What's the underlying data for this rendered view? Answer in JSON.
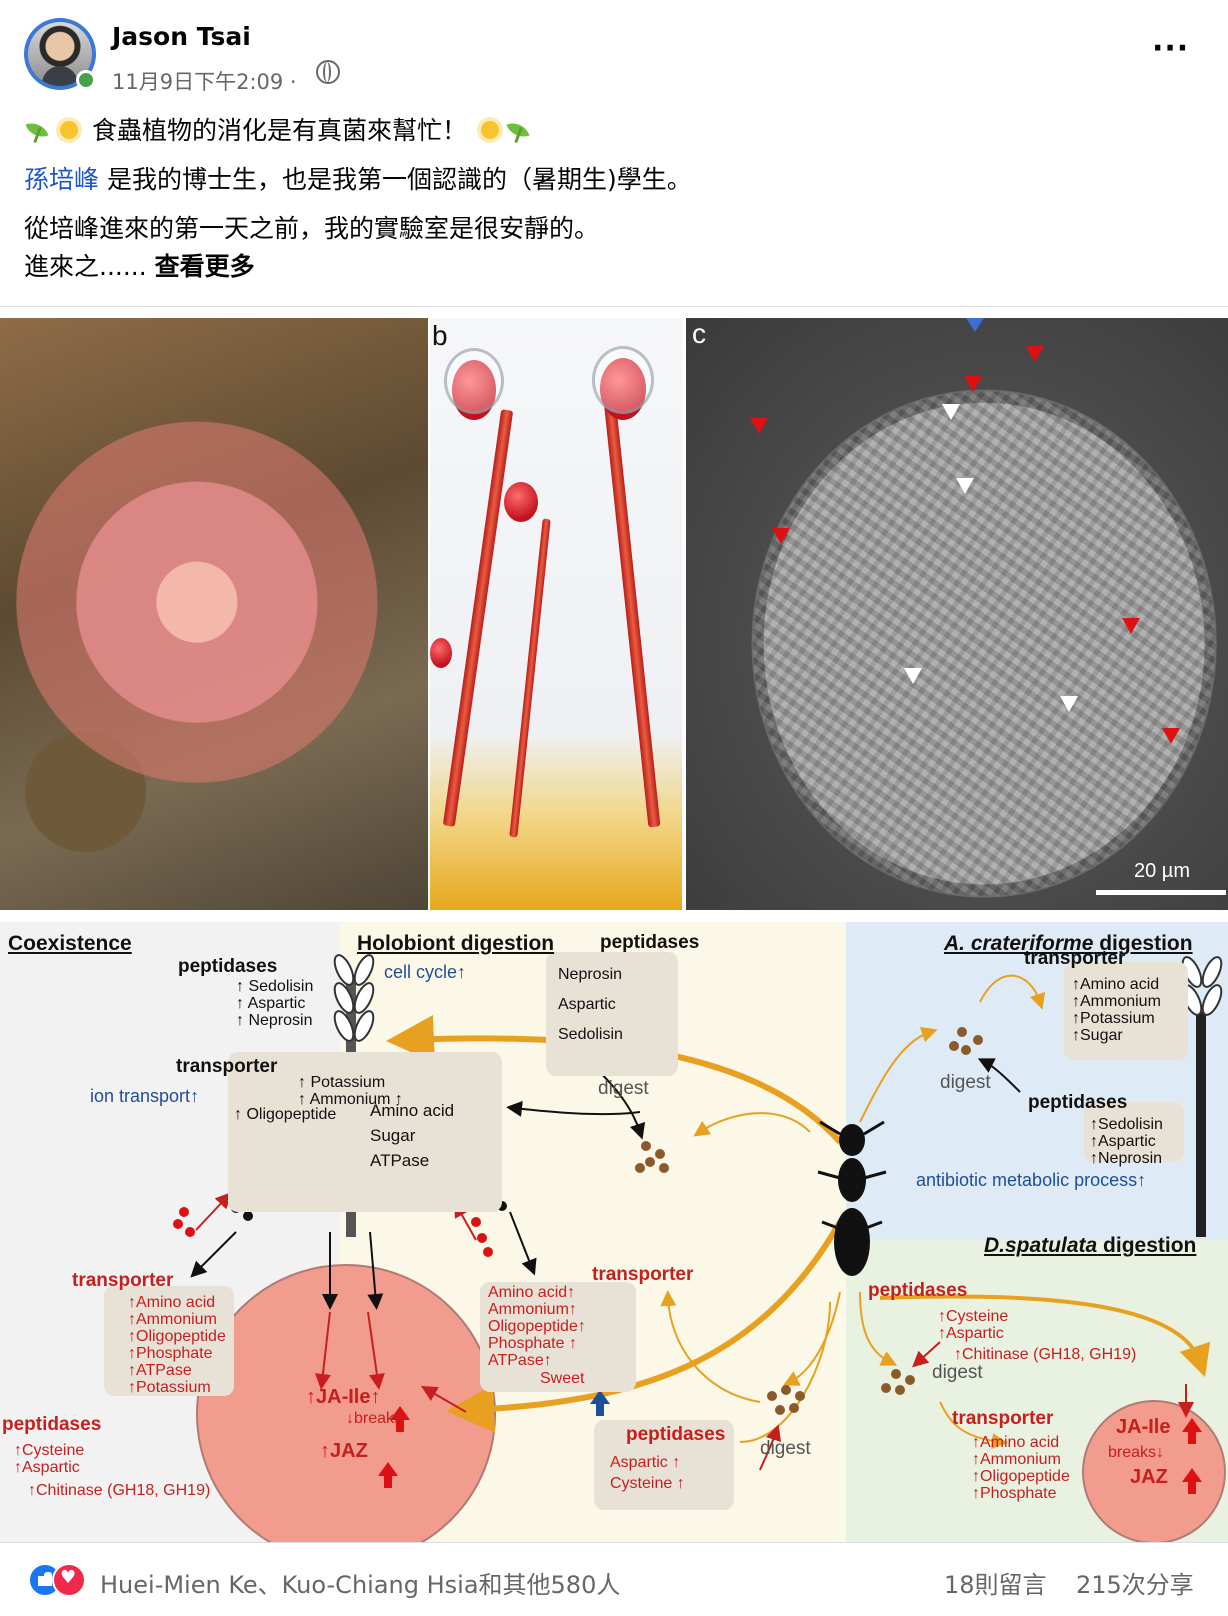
{
  "post": {
    "author": "Jason Tsai",
    "timestamp": "11月9日下午2:09 ·",
    "line1": "食蟲植物的消化是有真菌來幫忙！",
    "mention": "孫培峰",
    "line2_rest": " 是我的博士生，也是我第一個認識的（暑期生)學生。",
    "line3": "從培峰進來的第一天之前，我的實驗室是很安靜的。",
    "line4": "進來之...... ",
    "see_more": "查看更多"
  },
  "photos": {
    "label_b": "b",
    "label_c": "c",
    "scale": "20 µm"
  },
  "diagram": {
    "coexistence": "Coexistence",
    "holobiont": "Holobiont digestion",
    "a_prefix": "A. crateriforme",
    "a_suffix": " digestion",
    "d_prefix": "D.spatulata",
    "d_suffix": " digestion",
    "peptidases": "peptidases",
    "transporter": "transporter",
    "digest": "digest",
    "cell_cycle": "cell cycle",
    "ion_transport": "ion transport",
    "co_pep_items": [
      "Sedolisin",
      "Aspartic",
      "Neprosin"
    ],
    "hb_pep_items": [
      "Neprosin",
      "Aspartic",
      "Sedolisin"
    ],
    "co_trans_items_left": [
      "Potassium",
      "Ammonium",
      "Oligopeptide"
    ],
    "co_trans_items_right": [
      "Amino acid",
      "Sugar",
      "ATPase"
    ],
    "red_trans_items": [
      "Amino acid",
      "Ammonium",
      "Oligopeptide",
      "Phosphate",
      "ATPase",
      "Potassium"
    ],
    "red_pep_items": [
      "Cysteine",
      "Aspartic"
    ],
    "chitinase": "Chitinase (GH18, GH19)",
    "mid_trans_items": [
      "Amino acid",
      "Ammonium",
      "Oligopeptide",
      "Phosphate",
      "ATPase"
    ],
    "sweet": "Sweet",
    "jaile": "JA-Ile",
    "breaks": "breaks",
    "jaz": "JAZ",
    "mid_pep_items": [
      "Aspartic",
      "Cysteine"
    ],
    "a_trans_items": [
      "Amino acid",
      "Ammonium",
      "Potassium",
      "Sugar"
    ],
    "a_pep_items": [
      "Sedolisin",
      "Aspartic",
      "Neprosin"
    ],
    "antibiotic": "antibiotic metabolic process",
    "d_pep_items": [
      "Cysteine",
      "Aspartic"
    ],
    "d_chitinase": "Chitinase (GH18, GH19)",
    "d_trans_items": [
      "Amino acid",
      "Ammonium",
      "Oligopeptide",
      "Phosphate"
    ]
  },
  "footer": {
    "reactors": "Huei-Mien Ke、Kuo-Chiang Hsia和其他580人",
    "comments": "18則留言",
    "shares": "215次分享"
  },
  "icons": [
    "globe-icon",
    "more-icon",
    "sprout-emoji",
    "sun-emoji",
    "like-reaction-icon",
    "love-reaction-icon"
  ]
}
